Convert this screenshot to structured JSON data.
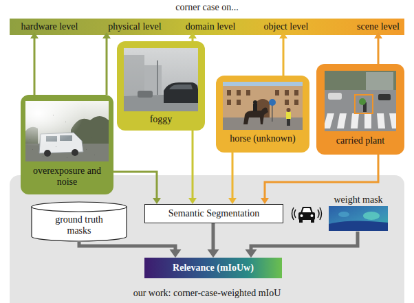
{
  "diagram": {
    "nodes": [
      {
        "text": [
          "corner case on..."
        ]
      },
      {
        "text": [
          "hardware level"
        ],
        "in": 0
      },
      {
        "text": [
          "physical level"
        ],
        "in": 0
      },
      {
        "text": [
          "domain level"
        ],
        "in": 0
      },
      {
        "text": [
          "object level"
        ],
        "in": 0
      },
      {
        "text": [
          "scene level"
        ],
        "in": 0
      },
      {
        "text": [
          "overexposure and noise"
        ]
      },
      {
        "text": [
          "foggy"
        ]
      },
      {
        "text": [
          "horse (unknown)"
        ]
      },
      {
        "text": [
          "carried plant"
        ]
      },
      {
        "text": [
          "our work: corner-case-weighted mIoU"
        ]
      },
      {
        "text": [
          "ground truth masks"
        ],
        "in": 10
      },
      {
        "text": [
          "Semantic Segmentation"
        ],
        "in": 10
      },
      {
        "text": [
          "weight mask"
        ],
        "in": 10
      },
      {
        "text": [
          "Relevance (mIoUw)"
        ],
        "in": 10
      }
    ],
    "edges": [
      {
        "from": 6,
        "to": 1,
        "arrow": "to"
      },
      {
        "from": 6,
        "to": 2,
        "arrow": "to"
      },
      {
        "from": 7,
        "to": 3,
        "arrow": "to"
      },
      {
        "from": 8,
        "to": 4,
        "arrow": "to"
      },
      {
        "from": 9,
        "to": 5,
        "arrow": "to"
      },
      {
        "from": 6,
        "to": 12,
        "arrow": "to"
      },
      {
        "from": 7,
        "to": 12,
        "arrow": "to"
      },
      {
        "from": 8,
        "to": 12,
        "arrow": "to"
      },
      {
        "from": 9,
        "to": 12,
        "arrow": "to"
      },
      {
        "from": 11,
        "to": 14,
        "arrow": "to"
      },
      {
        "from": 12,
        "to": 14,
        "arrow": "to"
      },
      {
        "from": 13,
        "to": 14,
        "arrow": "to"
      }
    ]
  }
}
